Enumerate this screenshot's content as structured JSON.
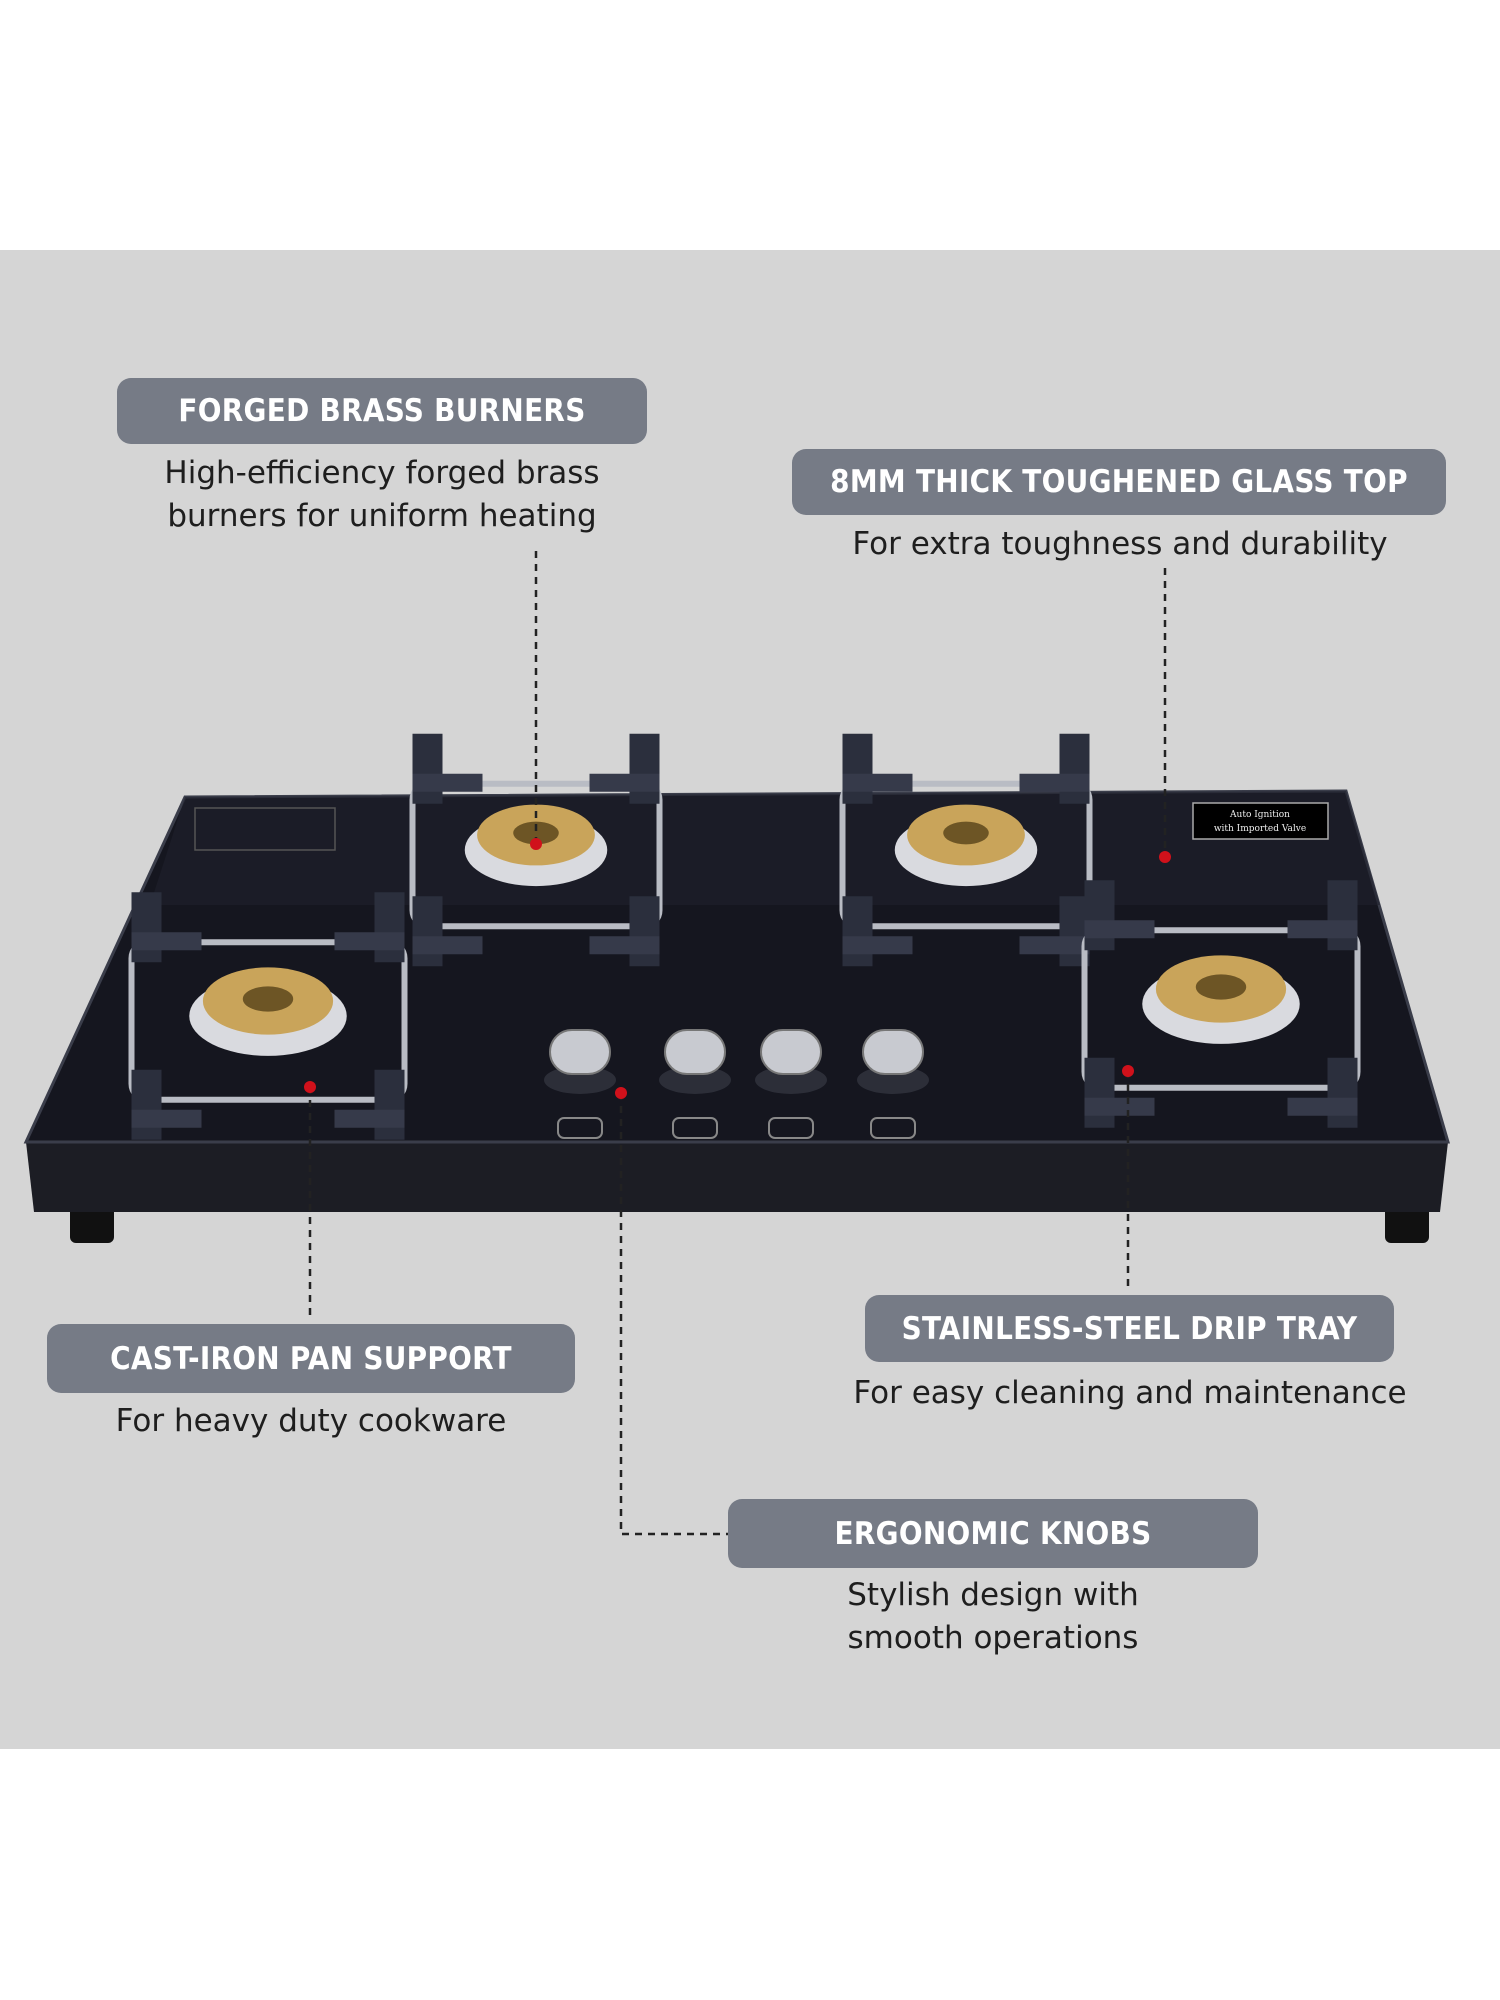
{
  "features": [
    {
      "title": "FORGED BRASS BURNERS",
      "description_lines": [
        "High-efficiency forged brass",
        "burners for uniform heating"
      ]
    },
    {
      "title": "8MM THICK TOUGHENED GLASS TOP",
      "description_lines": [
        "For extra toughness and durability"
      ]
    },
    {
      "title": "CAST-IRON PAN SUPPORT",
      "description_lines": [
        "For heavy duty cookware"
      ]
    },
    {
      "title": "STAINLESS-STEEL DRIP TRAY",
      "description_lines": [
        "For easy cleaning and maintenance"
      ]
    },
    {
      "title": "ERGONOMIC KNOBS",
      "description_lines": [
        "Stylish design with",
        "smooth operations"
      ]
    }
  ],
  "product_label": [
    "Auto Ignition",
    "with Imported Valve"
  ],
  "colors": {
    "background_band": "#d5d5d5",
    "pill": "#767b86",
    "glass": "#15161f",
    "brass": "#c9a45a",
    "marker": "#d0111b"
  }
}
